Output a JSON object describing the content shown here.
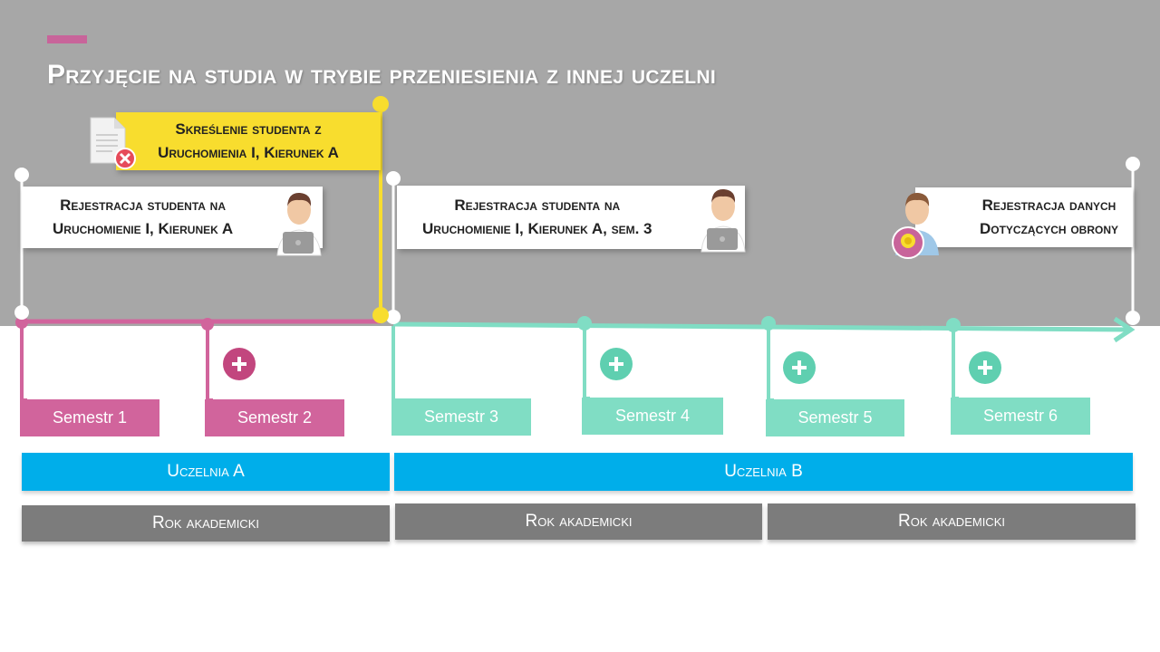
{
  "title": "Przyjęcie na studia w trybie przeniesienia z innej uczelni",
  "colors": {
    "background_top": "#a7a7a7",
    "pink": "#d1649c",
    "teal": "#80ddc4",
    "yellow": "#f8dd2e",
    "blue": "#00aeea",
    "gray": "#7c7c7c"
  },
  "cards": {
    "skreslenie": "Skreślenie studenta z\nUruchomienia I, Kierunek A",
    "rejestracja_a": "Rejestracja studenta na\nUruchomienie I, Kierunek A",
    "rejestracja_b": "Rejestracja studenta na\nUruchomienie I, Kierunek A, sem. 3",
    "obrona": "Rejestracja danych\nDotyczących obrony"
  },
  "icons": {
    "document": "document-with-x-icon",
    "student": "student-with-laptop-icon",
    "graduate": "graduate-with-award-icon",
    "plus": "plus-circle-icon"
  },
  "semesters": [
    "Semestr 1",
    "Semestr 2",
    "Semestr 3",
    "Semestr 4",
    "Semestr 5",
    "Semestr 6"
  ],
  "universities": [
    "Uczelnia A",
    "Uczelnia B"
  ],
  "academic_years": [
    "Rok akademicki",
    "Rok akademicki",
    "Rok akademicki"
  ]
}
